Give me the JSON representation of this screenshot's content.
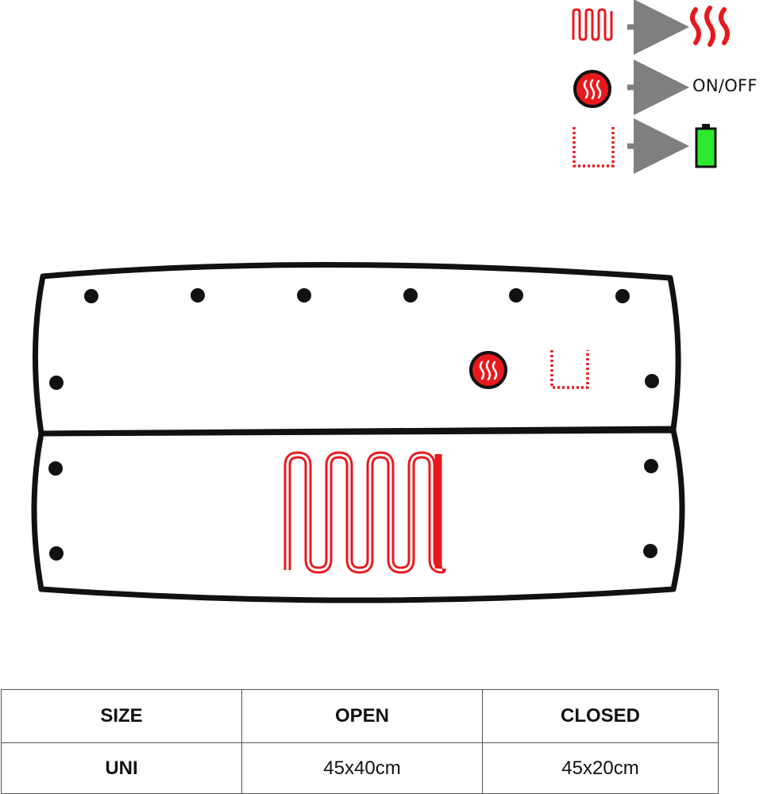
{
  "legend": {
    "items": [
      {
        "icon": "heating-element-icon",
        "arrow": "arrow-right-icon",
        "meaning_icon": "heat-waves-icon"
      },
      {
        "icon": "heat-button-icon",
        "arrow": "arrow-right-icon",
        "text": "ON/OFF"
      },
      {
        "icon": "battery-pocket-icon",
        "arrow": "arrow-right-icon",
        "meaning_icon": "battery-icon"
      }
    ]
  },
  "colors": {
    "heating": "#e8191d",
    "outline": "#111111",
    "arrow": "#7f7f7f",
    "battery": "#2ee82e"
  },
  "table": {
    "headers": [
      "SIZE",
      "OPEN",
      "CLOSED"
    ],
    "rows": [
      [
        "UNI",
        "45x40cm",
        "45x20cm"
      ]
    ]
  }
}
